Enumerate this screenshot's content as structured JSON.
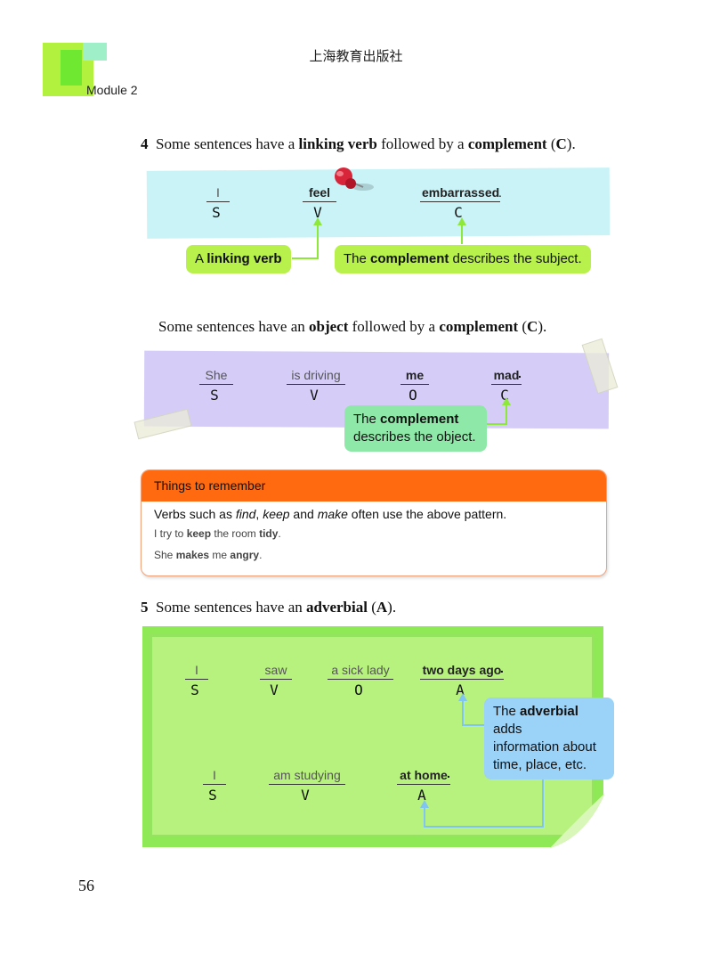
{
  "header": {
    "publisher": "上海教育出版社",
    "module": "Module 2"
  },
  "section4": {
    "number": "4",
    "heading_pre": "Some sentences have a ",
    "heading_b1": "linking verb",
    "heading_mid": " followed by a ",
    "heading_b2": "complement",
    "heading_open": " (",
    "heading_code": "C",
    "heading_close": ").",
    "example": {
      "words": [
        "I",
        "feel",
        "embarrassed"
      ],
      "end_punct": ".",
      "roles": [
        "S",
        "V",
        "C"
      ]
    },
    "callout_linking": {
      "pre": "A ",
      "bold": "linking verb"
    },
    "callout_complement": {
      "pre": "The ",
      "bold": "complement",
      "post": " describes the subject."
    }
  },
  "section_object": {
    "heading_pre": "Some sentences have an ",
    "heading_b1": "object",
    "heading_mid": " followed by a ",
    "heading_b2": "complement",
    "heading_open": " (",
    "heading_code": "C",
    "heading_close": ").",
    "example": {
      "words": [
        "She",
        "is driving",
        "me",
        "mad"
      ],
      "end_punct": ".",
      "roles": [
        "S",
        "V",
        "O",
        "C"
      ]
    },
    "callout": {
      "pre": "The ",
      "bold": "complement",
      "line2": "describes the object."
    }
  },
  "remember": {
    "title": "Things to remember",
    "line_pre": "Verbs such as ",
    "v1": "find",
    "sep1": ", ",
    "v2": "keep",
    "sep2": " and ",
    "v3": "make",
    "line_post": " often use the above pattern.",
    "ex1": {
      "a": "I try to ",
      "b": "keep",
      "c": " the room ",
      "d": "tidy",
      "e": "."
    },
    "ex2": {
      "a": "She ",
      "b": "makes",
      "c": " me ",
      "d": "angry",
      "e": "."
    }
  },
  "section5": {
    "number": "5",
    "heading_pre": "Some sentences have an ",
    "heading_b1": "adverbial",
    "heading_open": " (",
    "heading_code": "A",
    "heading_close": ").",
    "example1": {
      "words": [
        "I",
        "saw",
        "a sick lady",
        "two days ago"
      ],
      "end_punct": ".",
      "roles": [
        "S",
        "V",
        "O",
        "A"
      ]
    },
    "example2": {
      "words": [
        "I",
        "am studying",
        "at home"
      ],
      "end_punct": ".",
      "roles": [
        "S",
        "V",
        "A"
      ]
    },
    "callout": {
      "pre": "The ",
      "bold": "adverbial",
      "post": " adds",
      "line2": "information about",
      "line3": "time, place, etc."
    }
  },
  "page_number": "56",
  "colors": {
    "cyan_panel": "#c9f3f7",
    "purple_panel": "#d5cdf7",
    "lime_callout": "#b8f04c",
    "mint_callout": "#8ee8a8",
    "blue_callout": "#9bd2f7",
    "orange_header": "#ff6a10",
    "green_card": "#b7f27e"
  }
}
